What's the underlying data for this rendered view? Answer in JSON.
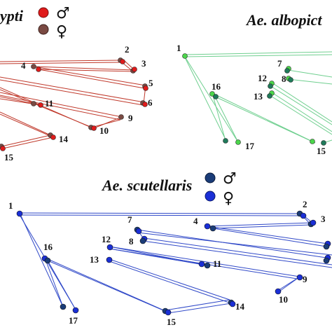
{
  "panels": {
    "aegypti": {
      "title": "Ae. aegypti",
      "title_visible": "ypti",
      "male_symbol": "♂",
      "female_symbol": "♀",
      "male_color": "#e01b1b",
      "female_color": "#7a4a43",
      "line_color": "#c0392b",
      "labels": [
        "2",
        "3",
        "4",
        "5",
        "6",
        "9",
        "10",
        "11",
        "14",
        "15"
      ]
    },
    "albopictus": {
      "title": "Ae. albopictus",
      "title_visible": "Ae. albopict",
      "male_color": "#4bd64b",
      "female_color": "#1f7a5a",
      "line_color": "#6fcf8f",
      "labels": [
        "1",
        "7",
        "8",
        "12",
        "13",
        "15",
        "16",
        "17"
      ]
    },
    "scutellaris": {
      "title": "Ae. scutellaris",
      "male_symbol": "♂",
      "female_symbol": "♀",
      "male_color": "#1a3c78",
      "female_color": "#1a2fd6",
      "line_color": "#3049c8",
      "labels": [
        "1",
        "2",
        "3",
        "4",
        "7",
        "8",
        "9",
        "10",
        "11",
        "12",
        "13",
        "14",
        "15",
        "16",
        "17"
      ]
    }
  }
}
